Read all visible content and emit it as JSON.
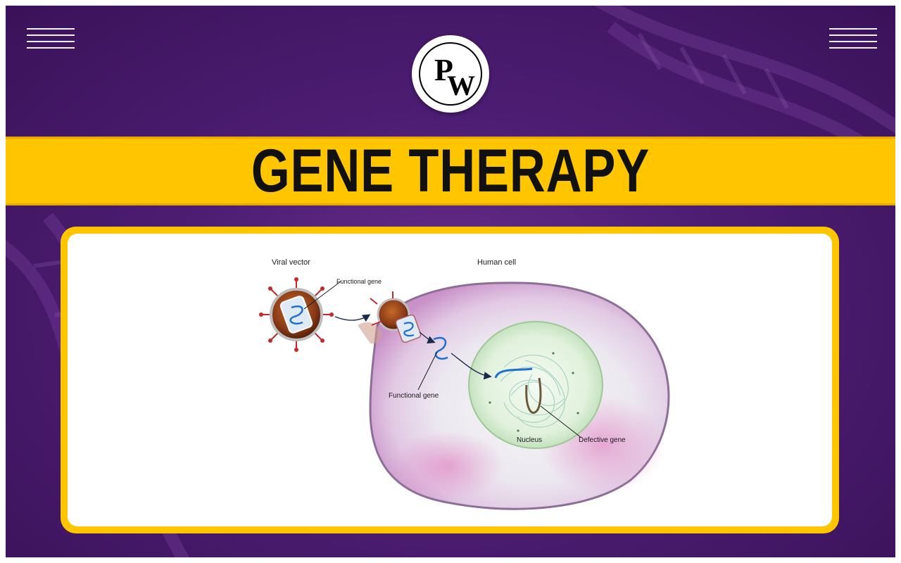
{
  "header": {
    "title": "GENE THERAPY",
    "logo_letter_top": "P",
    "logo_letter_bottom": "W",
    "left_menu_icon": "hamburger-menu-icon",
    "right_menu_icon": "hamburger-menu-icon"
  },
  "diagram": {
    "labels": {
      "viral_vector": "Viral vector",
      "human_cell": "Human cell",
      "functional_gene_top": "Functional gene",
      "functional_gene_mid": "Functional gene",
      "nucleus": "Nucleus",
      "defective_gene": "Defective gene"
    }
  },
  "colors": {
    "background_purple": "#4d1d73",
    "banner_yellow": "#ffc600",
    "title_text": "#111111",
    "gene_blue": "#1e6fd0",
    "virus_red": "#c8282a"
  }
}
